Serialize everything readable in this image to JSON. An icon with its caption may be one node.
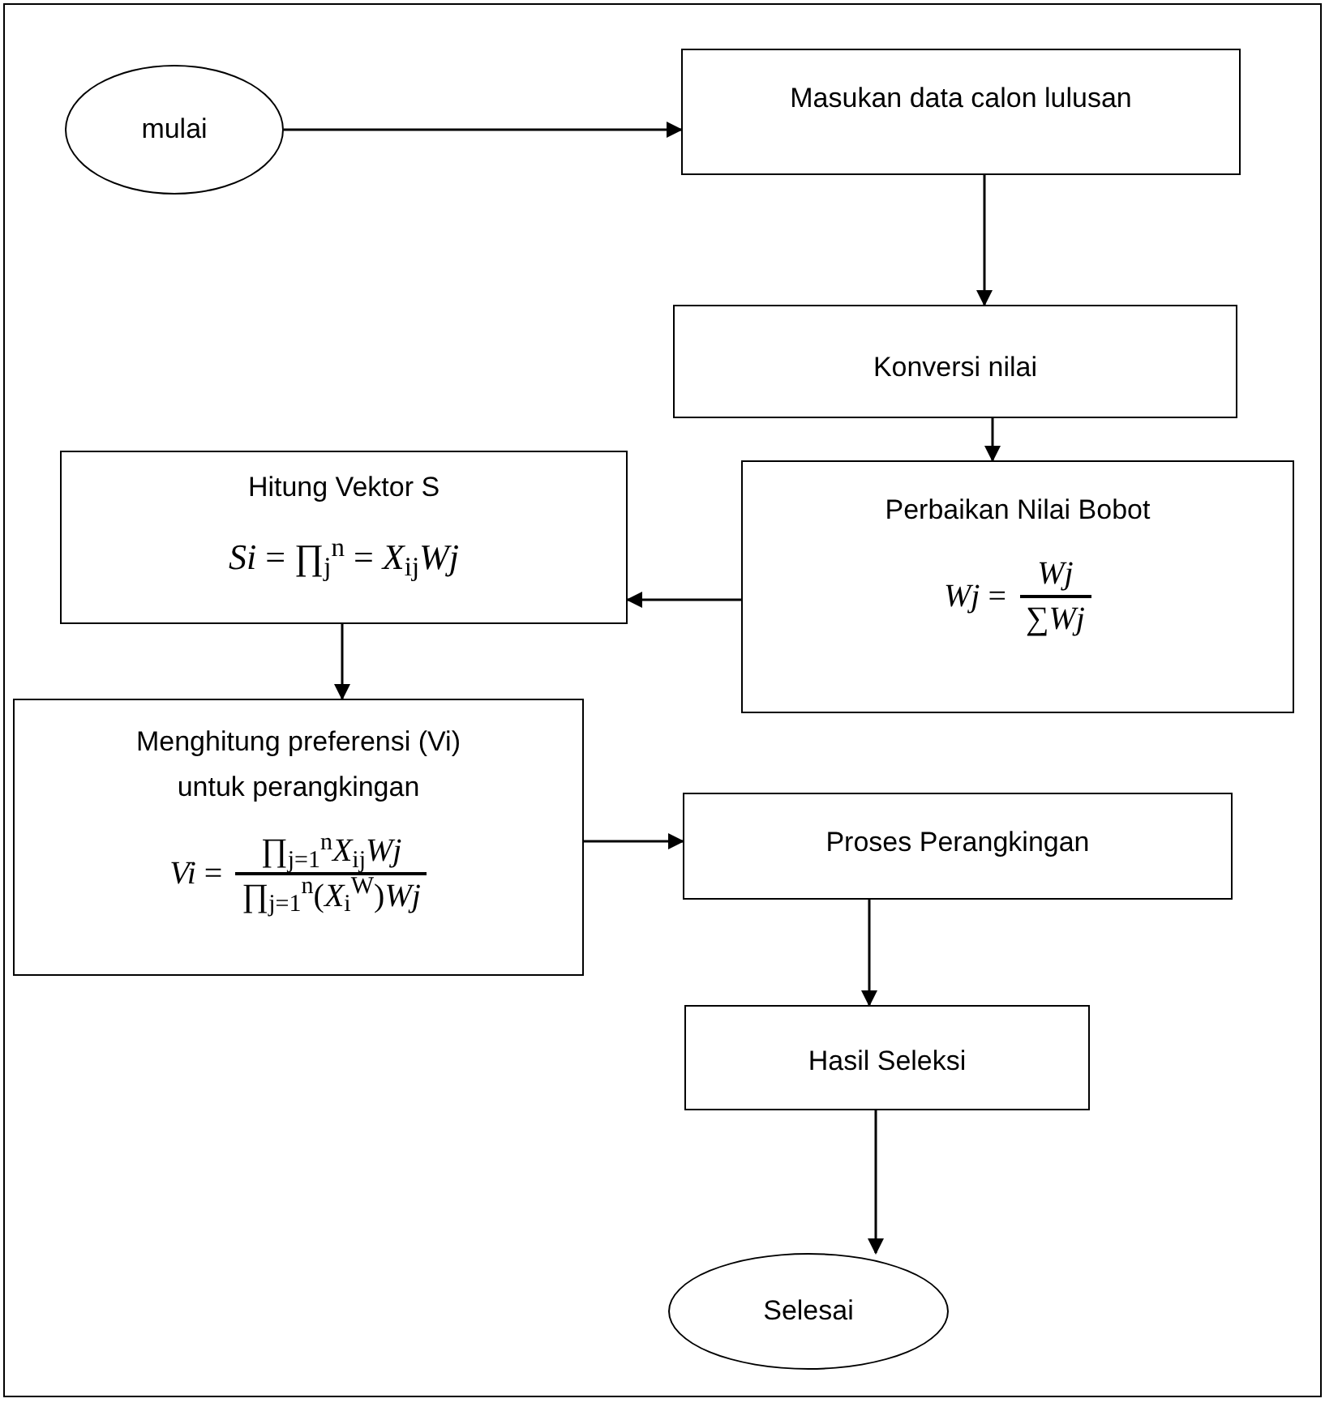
{
  "diagram": {
    "nodes": [
      {
        "text": [
          "mulai"
        ]
      },
      {
        "text": [
          "Masukan data calon lulusan"
        ]
      },
      {
        "text": [
          "Konversi nilai"
        ]
      },
      {
        "text": [
          "Hitung Vektor S",
          "*Si* = ∏$_{j}$$^{n}$ = *X*$_{ij}$*Wj*"
        ]
      },
      {
        "text": [
          "Perbaikan Nilai Bobot",
          "*Wj* =",
          "*Wj*",
          "∑*Wj*"
        ]
      },
      {
        "text": [
          "Menghitung preferensi (Vi) untuk perangkingan",
          "*Vi* =",
          "∏$_{j=1}$$^{n}$*X*$_{ij}$*Wj*",
          "∏$_{j=1}$$^{n}$(*X*$_{i}$$^{W}$)*Wj*"
        ]
      },
      {
        "text": [
          "Proses Perangkingan"
        ]
      },
      {
        "text": [
          "Hasil Seleksi"
        ]
      },
      {
        "text": [
          "Selesai"
        ]
      }
    ],
    "edges": [
      {
        "from": 0,
        "to": 1,
        "arrow": "to"
      },
      {
        "from": 1,
        "to": 2,
        "arrow": "to"
      },
      {
        "from": 2,
        "to": 4,
        "arrow": "to"
      },
      {
        "from": 4,
        "to": 3,
        "arrow": "to"
      },
      {
        "from": 3,
        "to": 5,
        "arrow": "to"
      },
      {
        "from": 5,
        "to": 6,
        "arrow": "to"
      },
      {
        "from": 6,
        "to": 7,
        "arrow": "to"
      },
      {
        "from": 7,
        "to": 8,
        "arrow": "to"
      }
    ]
  }
}
